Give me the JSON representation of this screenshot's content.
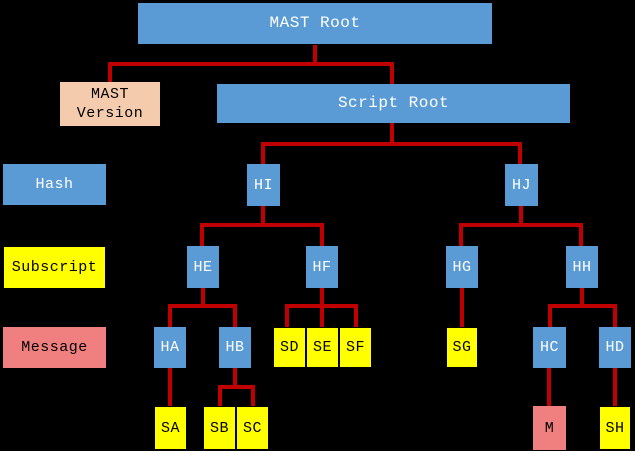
{
  "colors": {
    "background": "#000000",
    "hash_blue": "#5b9bd5",
    "subscript_yellow": "#ffff00",
    "message_red": "#f08080",
    "version_peach": "#f5cbad",
    "connector_red": "#c00000",
    "text_on_blue": "#ffffff",
    "text_on_light": "#000000"
  },
  "legend": {
    "hash": "Hash",
    "subscript": "Subscript",
    "message": "Message"
  },
  "nodes": {
    "mast_root": {
      "label": "MAST Root",
      "type": "hash"
    },
    "mast_version": {
      "label": "MAST Version",
      "type": "version"
    },
    "script_root": {
      "label": "Script Root",
      "type": "hash"
    },
    "hi": {
      "label": "HI",
      "type": "hash"
    },
    "hj": {
      "label": "HJ",
      "type": "hash"
    },
    "he": {
      "label": "HE",
      "type": "hash"
    },
    "hf": {
      "label": "HF",
      "type": "hash"
    },
    "hg": {
      "label": "HG",
      "type": "hash"
    },
    "hh": {
      "label": "HH",
      "type": "hash"
    },
    "ha": {
      "label": "HA",
      "type": "hash"
    },
    "hb": {
      "label": "HB",
      "type": "hash"
    },
    "sd": {
      "label": "SD",
      "type": "subscript"
    },
    "se": {
      "label": "SE",
      "type": "subscript"
    },
    "sf": {
      "label": "SF",
      "type": "subscript"
    },
    "sg": {
      "label": "SG",
      "type": "subscript"
    },
    "hc": {
      "label": "HC",
      "type": "hash"
    },
    "hd": {
      "label": "HD",
      "type": "hash"
    },
    "sa": {
      "label": "SA",
      "type": "subscript"
    },
    "sb": {
      "label": "SB",
      "type": "subscript"
    },
    "sc": {
      "label": "SC",
      "type": "subscript"
    },
    "m": {
      "label": "M",
      "type": "message"
    },
    "sh": {
      "label": "SH",
      "type": "subscript"
    }
  },
  "edges": [
    "mast_root->mast_version",
    "mast_root->script_root",
    "script_root->hi",
    "script_root->hj",
    "hi->he",
    "hi->hf",
    "hj->hg",
    "hj->hh",
    "he->ha",
    "he->hb",
    "hf->sd",
    "hf->se",
    "hf->sf",
    "hg->sg",
    "hh->hc",
    "hh->hd",
    "ha->sa",
    "hb->sb",
    "hb->sc",
    "hc->m",
    "hd->sh"
  ]
}
